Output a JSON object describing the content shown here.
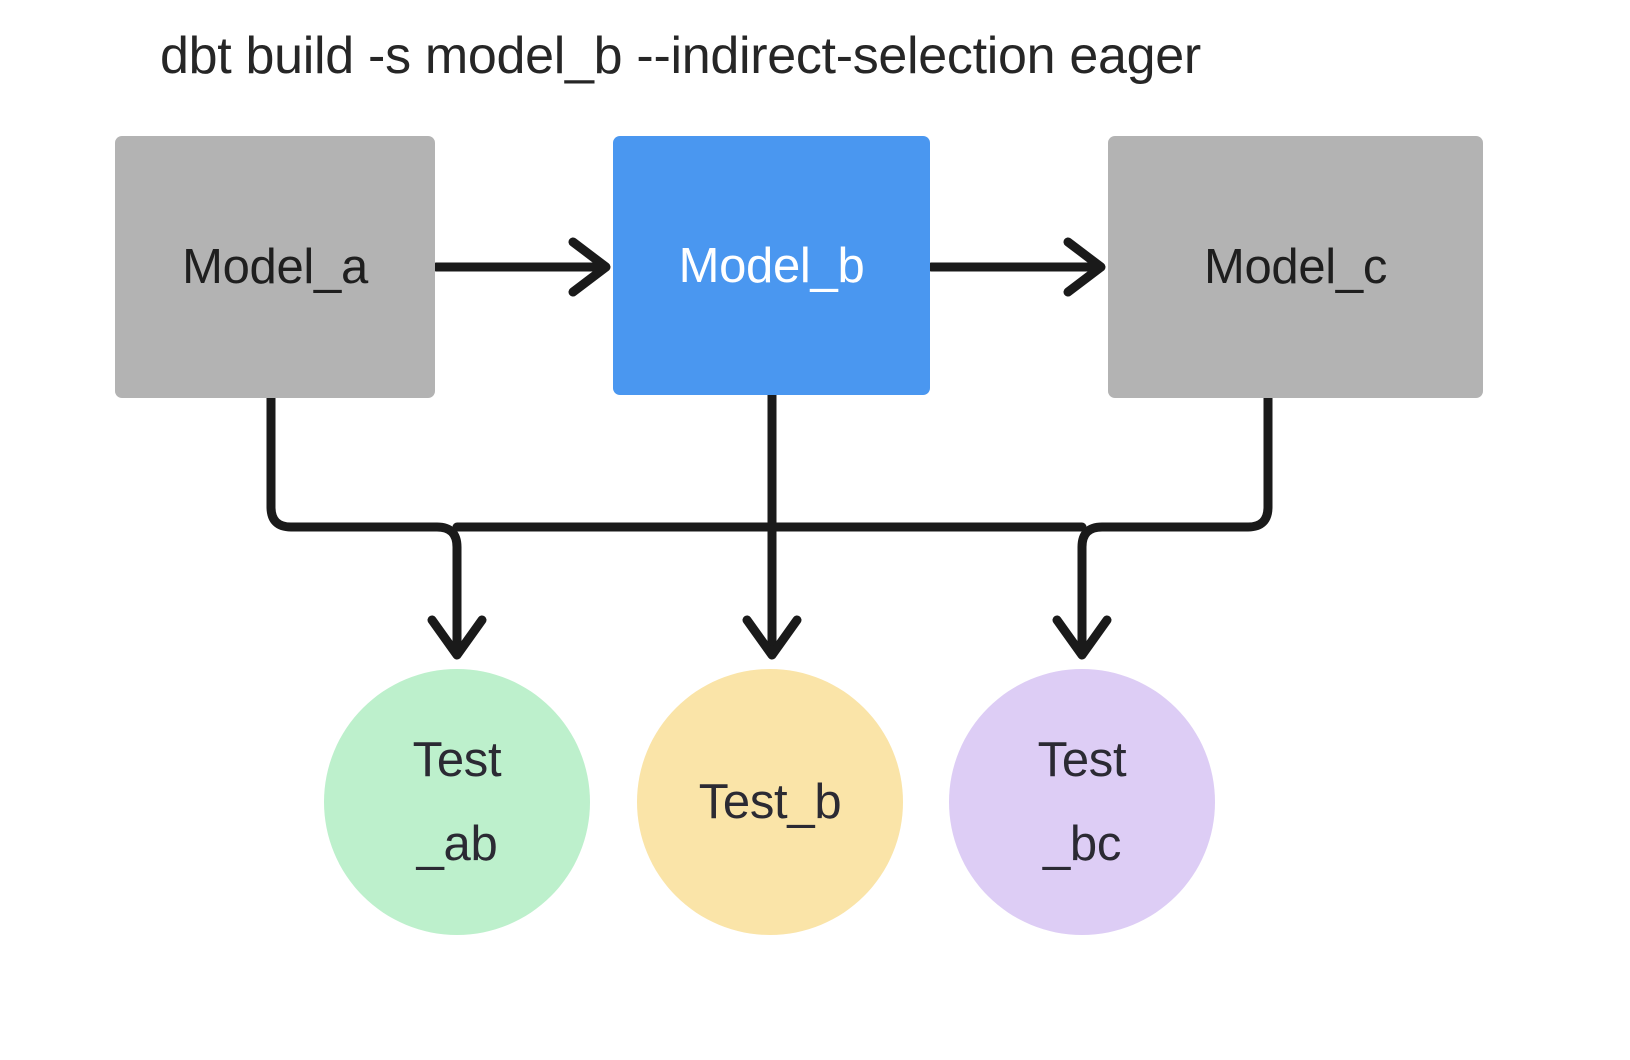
{
  "title": "dbt build -s model_b --indirect-selection eager",
  "diagram": {
    "type": "dag",
    "background": "#ffffff",
    "edge_color": "#1a1a1a",
    "nodes": [
      {
        "id": "model_a",
        "label": "Model_a",
        "shape": "rect",
        "fill": "#b3b3b3",
        "text_color": "#1f1f1f",
        "selected": false
      },
      {
        "id": "model_b",
        "label": "Model_b",
        "shape": "rect",
        "fill": "#4a97f0",
        "text_color": "#ffffff",
        "selected": true
      },
      {
        "id": "model_c",
        "label": "Model_c",
        "shape": "rect",
        "fill": "#b3b3b3",
        "text_color": "#1f1f1f",
        "selected": false
      },
      {
        "id": "test_ab",
        "label_line1": "Test",
        "label_line2": "_ab",
        "shape": "circle",
        "fill": "#bdf0cc",
        "text_color": "#2b2a33"
      },
      {
        "id": "test_b",
        "label_line1": "Test_b",
        "label_line2": "",
        "shape": "circle",
        "fill": "#fae4a8",
        "text_color": "#2b2a33"
      },
      {
        "id": "test_bc",
        "label_line1": "Test",
        "label_line2": "_bc",
        "shape": "circle",
        "fill": "#ddcdf5",
        "text_color": "#2b2a33"
      }
    ],
    "edges": [
      {
        "from": "model_a",
        "to": "model_b",
        "style": "arrow-right"
      },
      {
        "from": "model_b",
        "to": "model_c",
        "style": "arrow-right"
      },
      {
        "from": "model_a",
        "to": "test_ab",
        "style": "elbow-down"
      },
      {
        "from": "model_b",
        "to": "test_b",
        "style": "straight-down"
      },
      {
        "from": "model_c",
        "to": "test_bc",
        "style": "elbow-down"
      }
    ]
  }
}
